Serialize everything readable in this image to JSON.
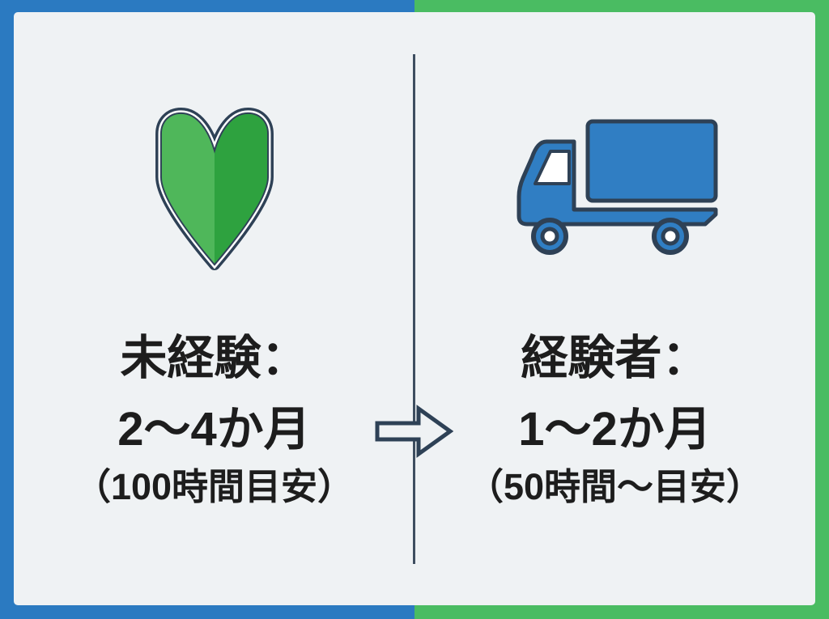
{
  "colors": {
    "border-blue": "#2b7ac1",
    "border-green": "#4abc62",
    "bg": "#eff2f4",
    "navy": "#2e4156",
    "divider": "#3e4e60",
    "truck-blue": "#307ec3",
    "wakaba-green-light": "#4fb75a",
    "wakaba-green-dark": "#2ea23f",
    "text": "#1d1d1d"
  },
  "left_panel": {
    "icon": "beginner-mark",
    "title": "未経験：",
    "duration": "2〜4か月",
    "note": "（100時間目安）"
  },
  "right_panel": {
    "icon": "truck",
    "title": "経験者：",
    "duration": "1〜2か月",
    "note": "（50時間〜目安）"
  },
  "arrow_icon": "right-arrow"
}
